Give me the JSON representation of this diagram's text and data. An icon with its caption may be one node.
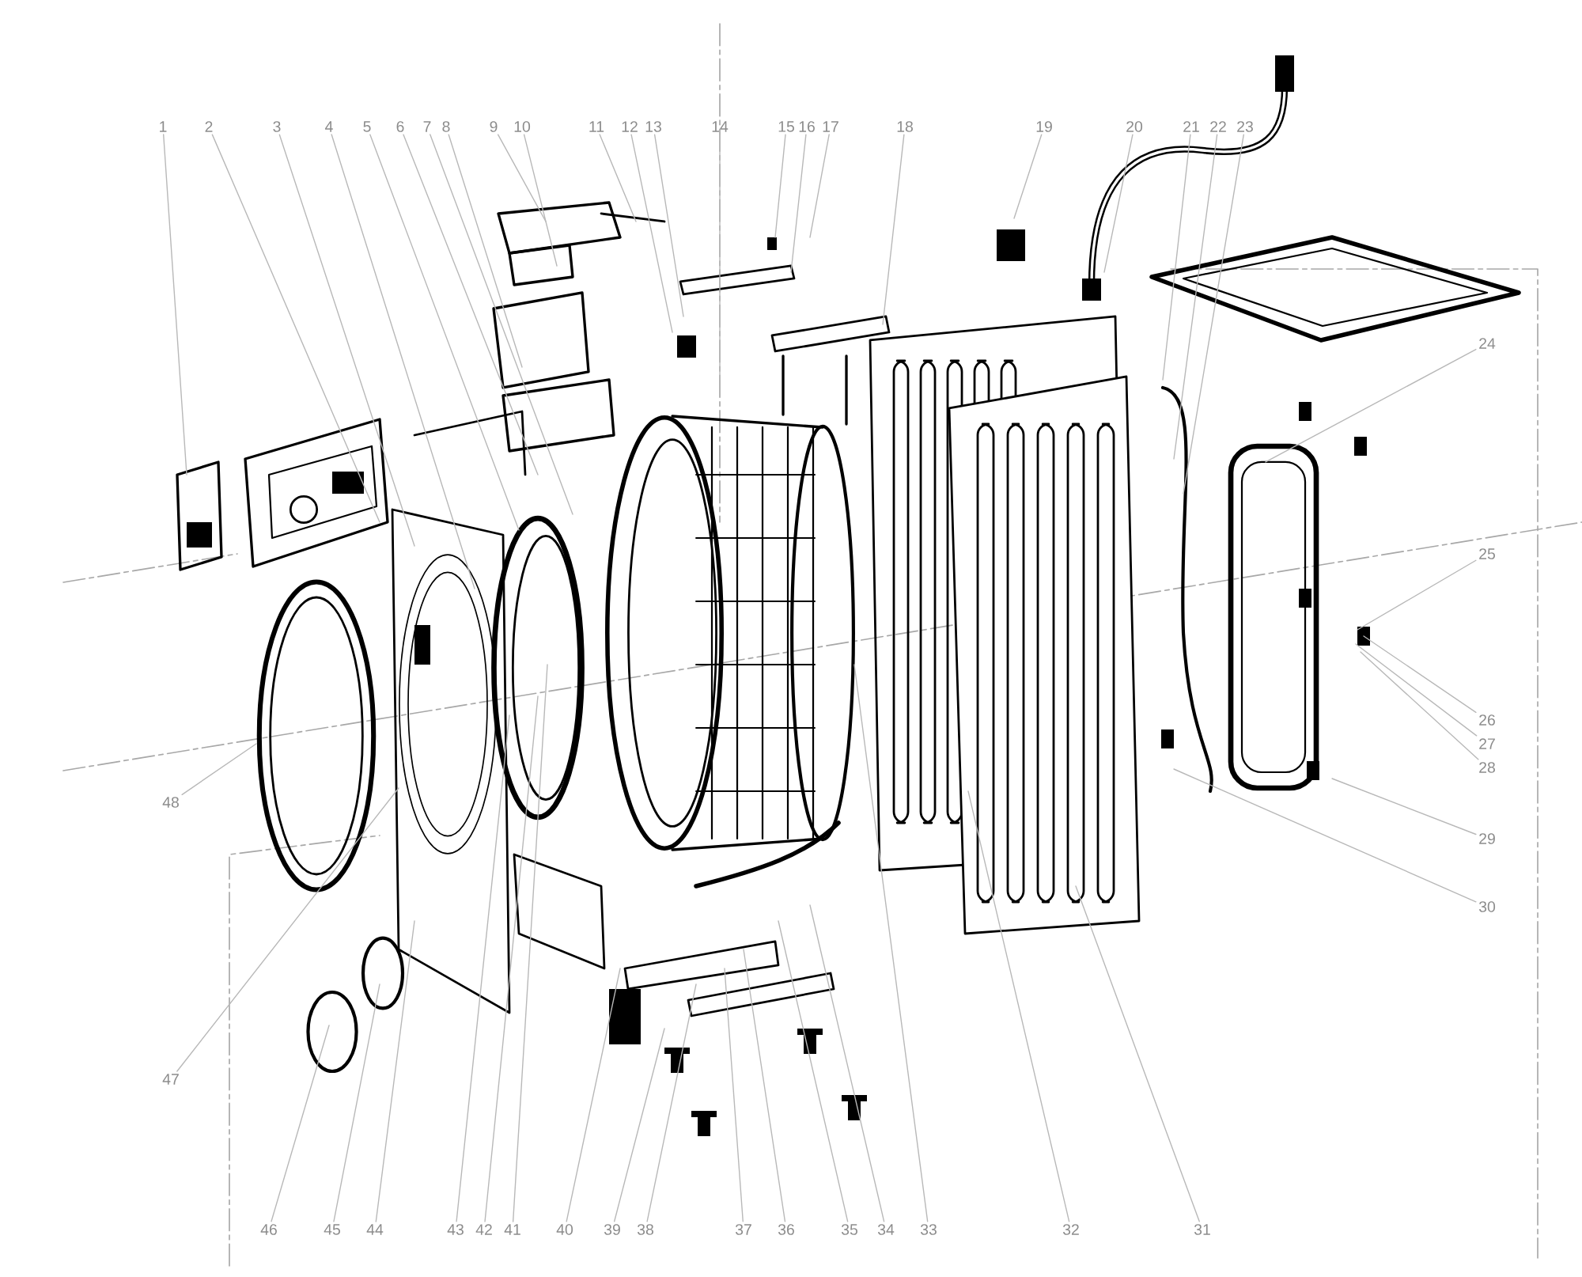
{
  "diagram": {
    "nodes": [
      {
        "text": [
          "1"
        ]
      },
      {
        "text": [
          "2"
        ]
      },
      {
        "text": [
          "3"
        ]
      },
      {
        "text": [
          "4"
        ]
      },
      {
        "text": [
          "5"
        ]
      },
      {
        "text": [
          "6"
        ]
      },
      {
        "text": [
          "7"
        ]
      },
      {
        "text": [
          "8"
        ]
      },
      {
        "text": [
          "9"
        ]
      },
      {
        "text": [
          "10"
        ]
      },
      {
        "text": [
          "11"
        ]
      },
      {
        "text": [
          "12"
        ]
      },
      {
        "text": [
          "13"
        ]
      },
      {
        "text": [
          "14"
        ]
      },
      {
        "text": [
          "15"
        ]
      },
      {
        "text": [
          "16"
        ]
      },
      {
        "text": [
          "17"
        ]
      },
      {
        "text": [
          "18"
        ]
      },
      {
        "text": [
          "19"
        ]
      },
      {
        "text": [
          "20"
        ]
      },
      {
        "text": [
          "21"
        ]
      },
      {
        "text": [
          "22"
        ]
      },
      {
        "text": [
          "23"
        ]
      },
      {
        "text": [
          "24"
        ]
      },
      {
        "text": [
          "25"
        ]
      },
      {
        "text": [
          "26"
        ]
      },
      {
        "text": [
          "27"
        ]
      },
      {
        "text": [
          "28"
        ]
      },
      {
        "text": [
          "29"
        ]
      },
      {
        "text": [
          "30"
        ]
      },
      {
        "text": [
          "31"
        ]
      },
      {
        "text": [
          "32"
        ]
      },
      {
        "text": [
          "33"
        ]
      },
      {
        "text": [
          "34"
        ]
      },
      {
        "text": [
          "35"
        ]
      },
      {
        "text": [
          "36"
        ]
      },
      {
        "text": [
          "37"
        ]
      },
      {
        "text": [
          "38"
        ]
      },
      {
        "text": [
          "39"
        ]
      },
      {
        "text": [
          "40"
        ]
      },
      {
        "text": [
          "41"
        ]
      },
      {
        "text": [
          "42"
        ]
      },
      {
        "text": [
          "43"
        ]
      },
      {
        "text": [
          "44"
        ]
      },
      {
        "text": [
          "45"
        ]
      },
      {
        "text": [
          "46"
        ]
      },
      {
        "text": [
          "47"
        ]
      },
      {
        "text": [
          "48"
        ]
      }
    ],
    "edges": [
      {
        "from": 0,
        "to": null,
        "arrow": "none"
      },
      {
        "from": 1,
        "to": null,
        "arrow": "none"
      },
      {
        "from": 2,
        "to": null,
        "arrow": "none"
      },
      {
        "from": 3,
        "to": null,
        "arrow": "none"
      },
      {
        "from": 4,
        "to": null,
        "arrow": "none"
      },
      {
        "from": 5,
        "to": null,
        "arrow": "none"
      },
      {
        "from": 6,
        "to": null,
        "arrow": "none"
      },
      {
        "from": 7,
        "to": null,
        "arrow": "none"
      },
      {
        "from": 8,
        "to": null,
        "arrow": "none"
      },
      {
        "from": 9,
        "to": null,
        "arrow": "none"
      },
      {
        "from": 10,
        "to": null,
        "arrow": "none"
      },
      {
        "from": 11,
        "to": null,
        "arrow": "none"
      },
      {
        "from": 12,
        "to": null,
        "arrow": "none"
      },
      {
        "from": 13,
        "to": null,
        "arrow": "none"
      },
      {
        "from": 14,
        "to": null,
        "arrow": "none"
      },
      {
        "from": 15,
        "to": null,
        "arrow": "none"
      },
      {
        "from": 16,
        "to": null,
        "arrow": "none"
      },
      {
        "from": 17,
        "to": null,
        "arrow": "none"
      },
      {
        "from": 18,
        "to": null,
        "arrow": "none"
      },
      {
        "from": 19,
        "to": null,
        "arrow": "none"
      },
      {
        "from": 20,
        "to": null,
        "arrow": "none"
      },
      {
        "from": 21,
        "to": null,
        "arrow": "none"
      },
      {
        "from": 22,
        "to": null,
        "arrow": "none"
      },
      {
        "from": 23,
        "to": null,
        "arrow": "none"
      },
      {
        "from": 24,
        "to": null,
        "arrow": "none"
      },
      {
        "from": 25,
        "to": null,
        "arrow": "none"
      },
      {
        "from": 26,
        "to": null,
        "arrow": "none"
      },
      {
        "from": 27,
        "to": null,
        "arrow": "none"
      },
      {
        "from": 28,
        "to": null,
        "arrow": "none"
      },
      {
        "from": 29,
        "to": null,
        "arrow": "none"
      },
      {
        "from": 30,
        "to": null,
        "arrow": "none"
      },
      {
        "from": 31,
        "to": null,
        "arrow": "none"
      },
      {
        "from": 32,
        "to": null,
        "arrow": "none"
      },
      {
        "from": 33,
        "to": null,
        "arrow": "none"
      },
      {
        "from": 34,
        "to": null,
        "arrow": "none"
      },
      {
        "from": 35,
        "to": null,
        "arrow": "none"
      },
      {
        "from": 36,
        "to": null,
        "arrow": "none"
      },
      {
        "from": 37,
        "to": null,
        "arrow": "none"
      },
      {
        "from": 38,
        "to": null,
        "arrow": "none"
      },
      {
        "from": 39,
        "to": null,
        "arrow": "none"
      },
      {
        "from": 40,
        "to": null,
        "arrow": "none"
      },
      {
        "from": 41,
        "to": null,
        "arrow": "none"
      },
      {
        "from": 42,
        "to": null,
        "arrow": "none"
      },
      {
        "from": 43,
        "to": null,
        "arrow": "none"
      },
      {
        "from": 44,
        "to": null,
        "arrow": "none"
      },
      {
        "from": 45,
        "to": null,
        "arrow": "none"
      },
      {
        "from": 46,
        "to": null,
        "arrow": "none"
      },
      {
        "from": 47,
        "to": null,
        "arrow": "none"
      }
    ]
  }
}
